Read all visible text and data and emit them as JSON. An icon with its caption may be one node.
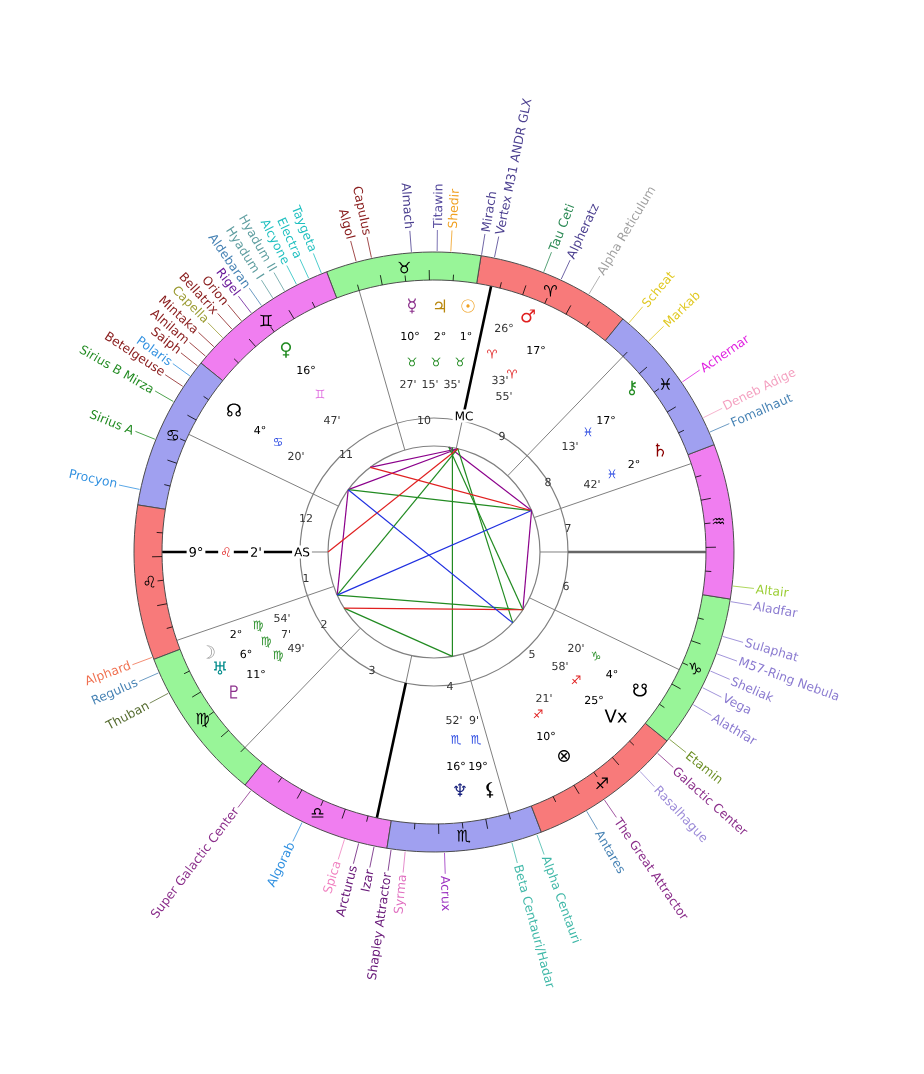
{
  "diagram": {
    "nodes": [
      {
        "text": [
          "Almach"
        ]
      },
      {
        "text": [
          "Titawin"
        ]
      },
      {
        "text": [
          "Shedir"
        ]
      },
      {
        "text": [
          "Mirach"
        ]
      },
      {
        "text": [
          "Vertex M31 ANDR GLX"
        ]
      },
      {
        "text": [
          "Tau Ceti"
        ]
      },
      {
        "text": [
          "Alpheratz"
        ]
      },
      {
        "text": [
          "Alpha Reticulum"
        ]
      },
      {
        "text": [
          "Scheat"
        ]
      },
      {
        "text": [
          "Markab"
        ]
      },
      {
        "text": [
          "Achernar"
        ]
      },
      {
        "text": [
          "Deneb Adige"
        ]
      },
      {
        "text": [
          "Fomalhaut"
        ]
      },
      {
        "text": [
          "Altair"
        ]
      },
      {
        "text": [
          "Aladfar"
        ]
      },
      {
        "text": [
          "Sulaphat"
        ]
      },
      {
        "text": [
          "M57-Ring Nebula"
        ]
      },
      {
        "text": [
          "Sheliak"
        ]
      },
      {
        "text": [
          "Vega"
        ]
      },
      {
        "text": [
          "Alathfar"
        ]
      },
      {
        "text": [
          "Etamin"
        ]
      },
      {
        "text": [
          "Galactic Center"
        ]
      },
      {
        "text": [
          "Rasalhague"
        ]
      },
      {
        "text": [
          "The Great Attractor"
        ]
      },
      {
        "text": [
          "Antares"
        ]
      },
      {
        "text": [
          "Alpha Centauri"
        ]
      },
      {
        "text": [
          "Beta Centauri/Hadar"
        ]
      },
      {
        "text": [
          "Acrux"
        ]
      },
      {
        "text": [
          "Syrma"
        ]
      },
      {
        "text": [
          "Shapley Attractor"
        ]
      },
      {
        "text": [
          "Izar"
        ]
      },
      {
        "text": [
          "Arcturus"
        ]
      },
      {
        "text": [
          "Spica"
        ]
      },
      {
        "text": [
          "Algorab"
        ]
      },
      {
        "text": [
          "Super Galactic Center"
        ]
      },
      {
        "text": [
          "Thuban"
        ]
      },
      {
        "text": [
          "Regulus"
        ]
      },
      {
        "text": [
          "Alphard"
        ]
      },
      {
        "text": [
          "Procyon"
        ]
      },
      {
        "text": [
          "Sirius A"
        ]
      },
      {
        "text": [
          "Sirius B Mirza"
        ]
      },
      {
        "text": [
          "Betelgeuse"
        ]
      },
      {
        "text": [
          "Polaris"
        ]
      },
      {
        "text": [
          "Saiph"
        ]
      },
      {
        "text": [
          "Alnilam"
        ]
      },
      {
        "text": [
          "Mintaka"
        ]
      },
      {
        "text": [
          "Capella"
        ]
      },
      {
        "text": [
          "Bellatrix"
        ]
      },
      {
        "text": [
          "Orion"
        ]
      },
      {
        "text": [
          "Rigel"
        ]
      },
      {
        "text": [
          "Aldebaran"
        ]
      },
      {
        "text": [
          "Hyadum I"
        ]
      },
      {
        "text": [
          "Hyadum II"
        ]
      },
      {
        "text": [
          "Alcyone"
        ]
      },
      {
        "text": [
          "Electra"
        ]
      },
      {
        "text": [
          "Taygeta"
        ]
      },
      {
        "text": [
          "Algol"
        ]
      },
      {
        "text": [
          "Capulus"
        ]
      },
      {
        "text": [
          "♈"
        ]
      },
      {
        "text": [
          "♉"
        ]
      },
      {
        "text": [
          "♊"
        ]
      },
      {
        "text": [
          "♋"
        ]
      },
      {
        "text": [
          "♌"
        ]
      },
      {
        "text": [
          "♍"
        ]
      },
      {
        "text": [
          "♎"
        ]
      },
      {
        "text": [
          "♏"
        ]
      },
      {
        "text": [
          "♐"
        ]
      },
      {
        "text": [
          "♑"
        ]
      },
      {
        "text": [
          "♒"
        ]
      },
      {
        "text": [
          "♓"
        ]
      }
    ],
    "edges": [
      {
        "from": 0,
        "to": 59,
        "arrow": "none",
        "color": "#4b3f8f"
      },
      {
        "from": 1,
        "to": 59,
        "arrow": "none",
        "color": "#5a4fa0"
      },
      {
        "from": 2,
        "to": 59,
        "arrow": "none",
        "color": "#f0a020"
      },
      {
        "from": 3,
        "to": 58,
        "arrow": "none",
        "color": "#4b3f8f"
      },
      {
        "from": 4,
        "to": 58,
        "arrow": "none",
        "color": "#4b3f8f"
      },
      {
        "from": 5,
        "to": 58,
        "arrow": "none",
        "color": "#2e8b57"
      },
      {
        "from": 6,
        "to": 58,
        "arrow": "none",
        "color": "#4b3f8f"
      },
      {
        "from": 7,
        "to": 58,
        "arrow": "none",
        "color": "#a0a0a0"
      },
      {
        "from": 8,
        "to": 69,
        "arrow": "none",
        "color": "#e0c820"
      },
      {
        "from": 9,
        "to": 69,
        "arrow": "none",
        "color": "#e0c820"
      },
      {
        "from": 10,
        "to": 69,
        "arrow": "none",
        "color": "#e020e0"
      },
      {
        "from": 11,
        "to": 69,
        "arrow": "none",
        "color": "#f4a0c0"
      },
      {
        "from": 12,
        "to": 69,
        "arrow": "none",
        "color": "#4682b4"
      },
      {
        "from": 13,
        "to": 68,
        "arrow": "none",
        "color": "#9acd32"
      },
      {
        "from": 14,
        "to": 67,
        "arrow": "none",
        "color": "#8a7ad0"
      },
      {
        "from": 15,
        "to": 67,
        "arrow": "none",
        "color": "#8a7ad0"
      },
      {
        "from": 16,
        "to": 67,
        "arrow": "none",
        "color": "#8a7ad0"
      },
      {
        "from": 17,
        "to": 67,
        "arrow": "none",
        "color": "#8a7ad0"
      },
      {
        "from": 18,
        "to": 67,
        "arrow": "none",
        "color": "#8a7ad0"
      },
      {
        "from": 19,
        "to": 67,
        "arrow": "none",
        "color": "#8a7ad0"
      },
      {
        "from": 20,
        "to": 67,
        "arrow": "none",
        "color": "#6b8e23"
      },
      {
        "from": 21,
        "to": 66,
        "arrow": "none",
        "color": "#8b2f8b"
      },
      {
        "from": 22,
        "to": 66,
        "arrow": "none",
        "color": "#9b8ad8"
      },
      {
        "from": 23,
        "to": 66,
        "arrow": "none",
        "color": "#8b2f8b"
      },
      {
        "from": 24,
        "to": 66,
        "arrow": "none",
        "color": "#4682b4"
      },
      {
        "from": 25,
        "to": 65,
        "arrow": "none",
        "color": "#40b8a8"
      },
      {
        "from": 26,
        "to": 65,
        "arrow": "none",
        "color": "#40b8a8"
      },
      {
        "from": 27,
        "to": 65,
        "arrow": "none",
        "color": "#9b30c0"
      },
      {
        "from": 28,
        "to": 65,
        "arrow": "none",
        "color": "#e070c0"
      },
      {
        "from": 29,
        "to": 65,
        "arrow": "none",
        "color": "#6a1b7a"
      },
      {
        "from": 30,
        "to": 64,
        "arrow": "none",
        "color": "#6a1b7a"
      },
      {
        "from": 31,
        "to": 64,
        "arrow": "none",
        "color": "#6a1b7a"
      },
      {
        "from": 32,
        "to": 64,
        "arrow": "none",
        "color": "#f080c0"
      },
      {
        "from": 33,
        "to": 64,
        "arrow": "none",
        "color": "#3090e0"
      },
      {
        "from": 34,
        "to": 64,
        "arrow": "none",
        "color": "#8b2f8b"
      },
      {
        "from": 35,
        "to": 63,
        "arrow": "none",
        "color": "#556b2f"
      },
      {
        "from": 36,
        "to": 63,
        "arrow": "none",
        "color": "#4682b4"
      },
      {
        "from": 37,
        "to": 62,
        "arrow": "none",
        "color": "#f07050"
      },
      {
        "from": 38,
        "to": 61,
        "arrow": "none",
        "color": "#3090e0"
      },
      {
        "from": 39,
        "to": 61,
        "arrow": "none",
        "color": "#228b22"
      },
      {
        "from": 40,
        "to": 61,
        "arrow": "none",
        "color": "#228b22"
      },
      {
        "from": 41,
        "to": 61,
        "arrow": "none",
        "color": "#8b2020"
      },
      {
        "from": 42,
        "to": 61,
        "arrow": "none",
        "color": "#3090e0"
      },
      {
        "from": 43,
        "to": 61,
        "arrow": "none",
        "color": "#8b2020"
      },
      {
        "from": 44,
        "to": 60,
        "arrow": "none",
        "color": "#8b2020"
      },
      {
        "from": 45,
        "to": 60,
        "arrow": "none",
        "color": "#8b2020"
      },
      {
        "from": 46,
        "to": 60,
        "arrow": "none",
        "color": "#9a9a30"
      },
      {
        "from": 47,
        "to": 60,
        "arrow": "none",
        "color": "#8b2020"
      },
      {
        "from": 48,
        "to": 60,
        "arrow": "none",
        "color": "#8b2020"
      },
      {
        "from": 49,
        "to": 60,
        "arrow": "none",
        "color": "#6a1b9a"
      },
      {
        "from": 50,
        "to": 60,
        "arrow": "none",
        "color": "#4682b4"
      },
      {
        "from": 51,
        "to": 60,
        "arrow": "none",
        "color": "#5f9ea0"
      },
      {
        "from": 52,
        "to": 60,
        "arrow": "none",
        "color": "#5f9ea0"
      },
      {
        "from": 53,
        "to": 60,
        "arrow": "none",
        "color": "#20c0c0"
      },
      {
        "from": 54,
        "to": 60,
        "arrow": "none",
        "color": "#20c0c0"
      },
      {
        "from": 55,
        "to": 60,
        "arrow": "none",
        "color": "#20c0c0"
      },
      {
        "from": 56,
        "to": 59,
        "arrow": "none",
        "color": "#8b2020"
      },
      {
        "from": 57,
        "to": 59,
        "arrow": "none",
        "color": "#8b2020"
      }
    ],
    "labels": [
      "1",
      "2",
      "3",
      "4",
      "5",
      "6",
      "7",
      "8",
      "9",
      "10",
      "11",
      "12",
      "☿",
      "♃",
      "☉",
      "10°",
      "2°",
      "1°",
      "♉",
      "♉",
      "♉",
      "27'",
      "15'",
      "35'",
      "33'",
      "26°",
      "♂",
      "♈",
      "17°",
      "♈",
      "55'",
      "♀",
      "16°",
      "♊",
      "47'",
      "☊",
      "4°",
      "♋",
      "20'",
      "9°",
      "♌",
      "2'",
      "AS",
      "MC",
      "☽",
      "2°",
      "♍",
      "54'",
      "6°",
      "♍",
      "7'",
      "♅",
      "11°",
      "♍",
      "49'",
      "♇",
      "⚷",
      "17°",
      "♓",
      "13'",
      "♄",
      "2°",
      "♓",
      "42'",
      "20'",
      "♑",
      "58'",
      "♐",
      "4°",
      "☋",
      "21'",
      "♐",
      "25°",
      "Vx",
      "10°",
      "⊗",
      "52'",
      "9'",
      "♏",
      "♏",
      "16°",
      "19°",
      "♆",
      "⚸"
    ]
  }
}
